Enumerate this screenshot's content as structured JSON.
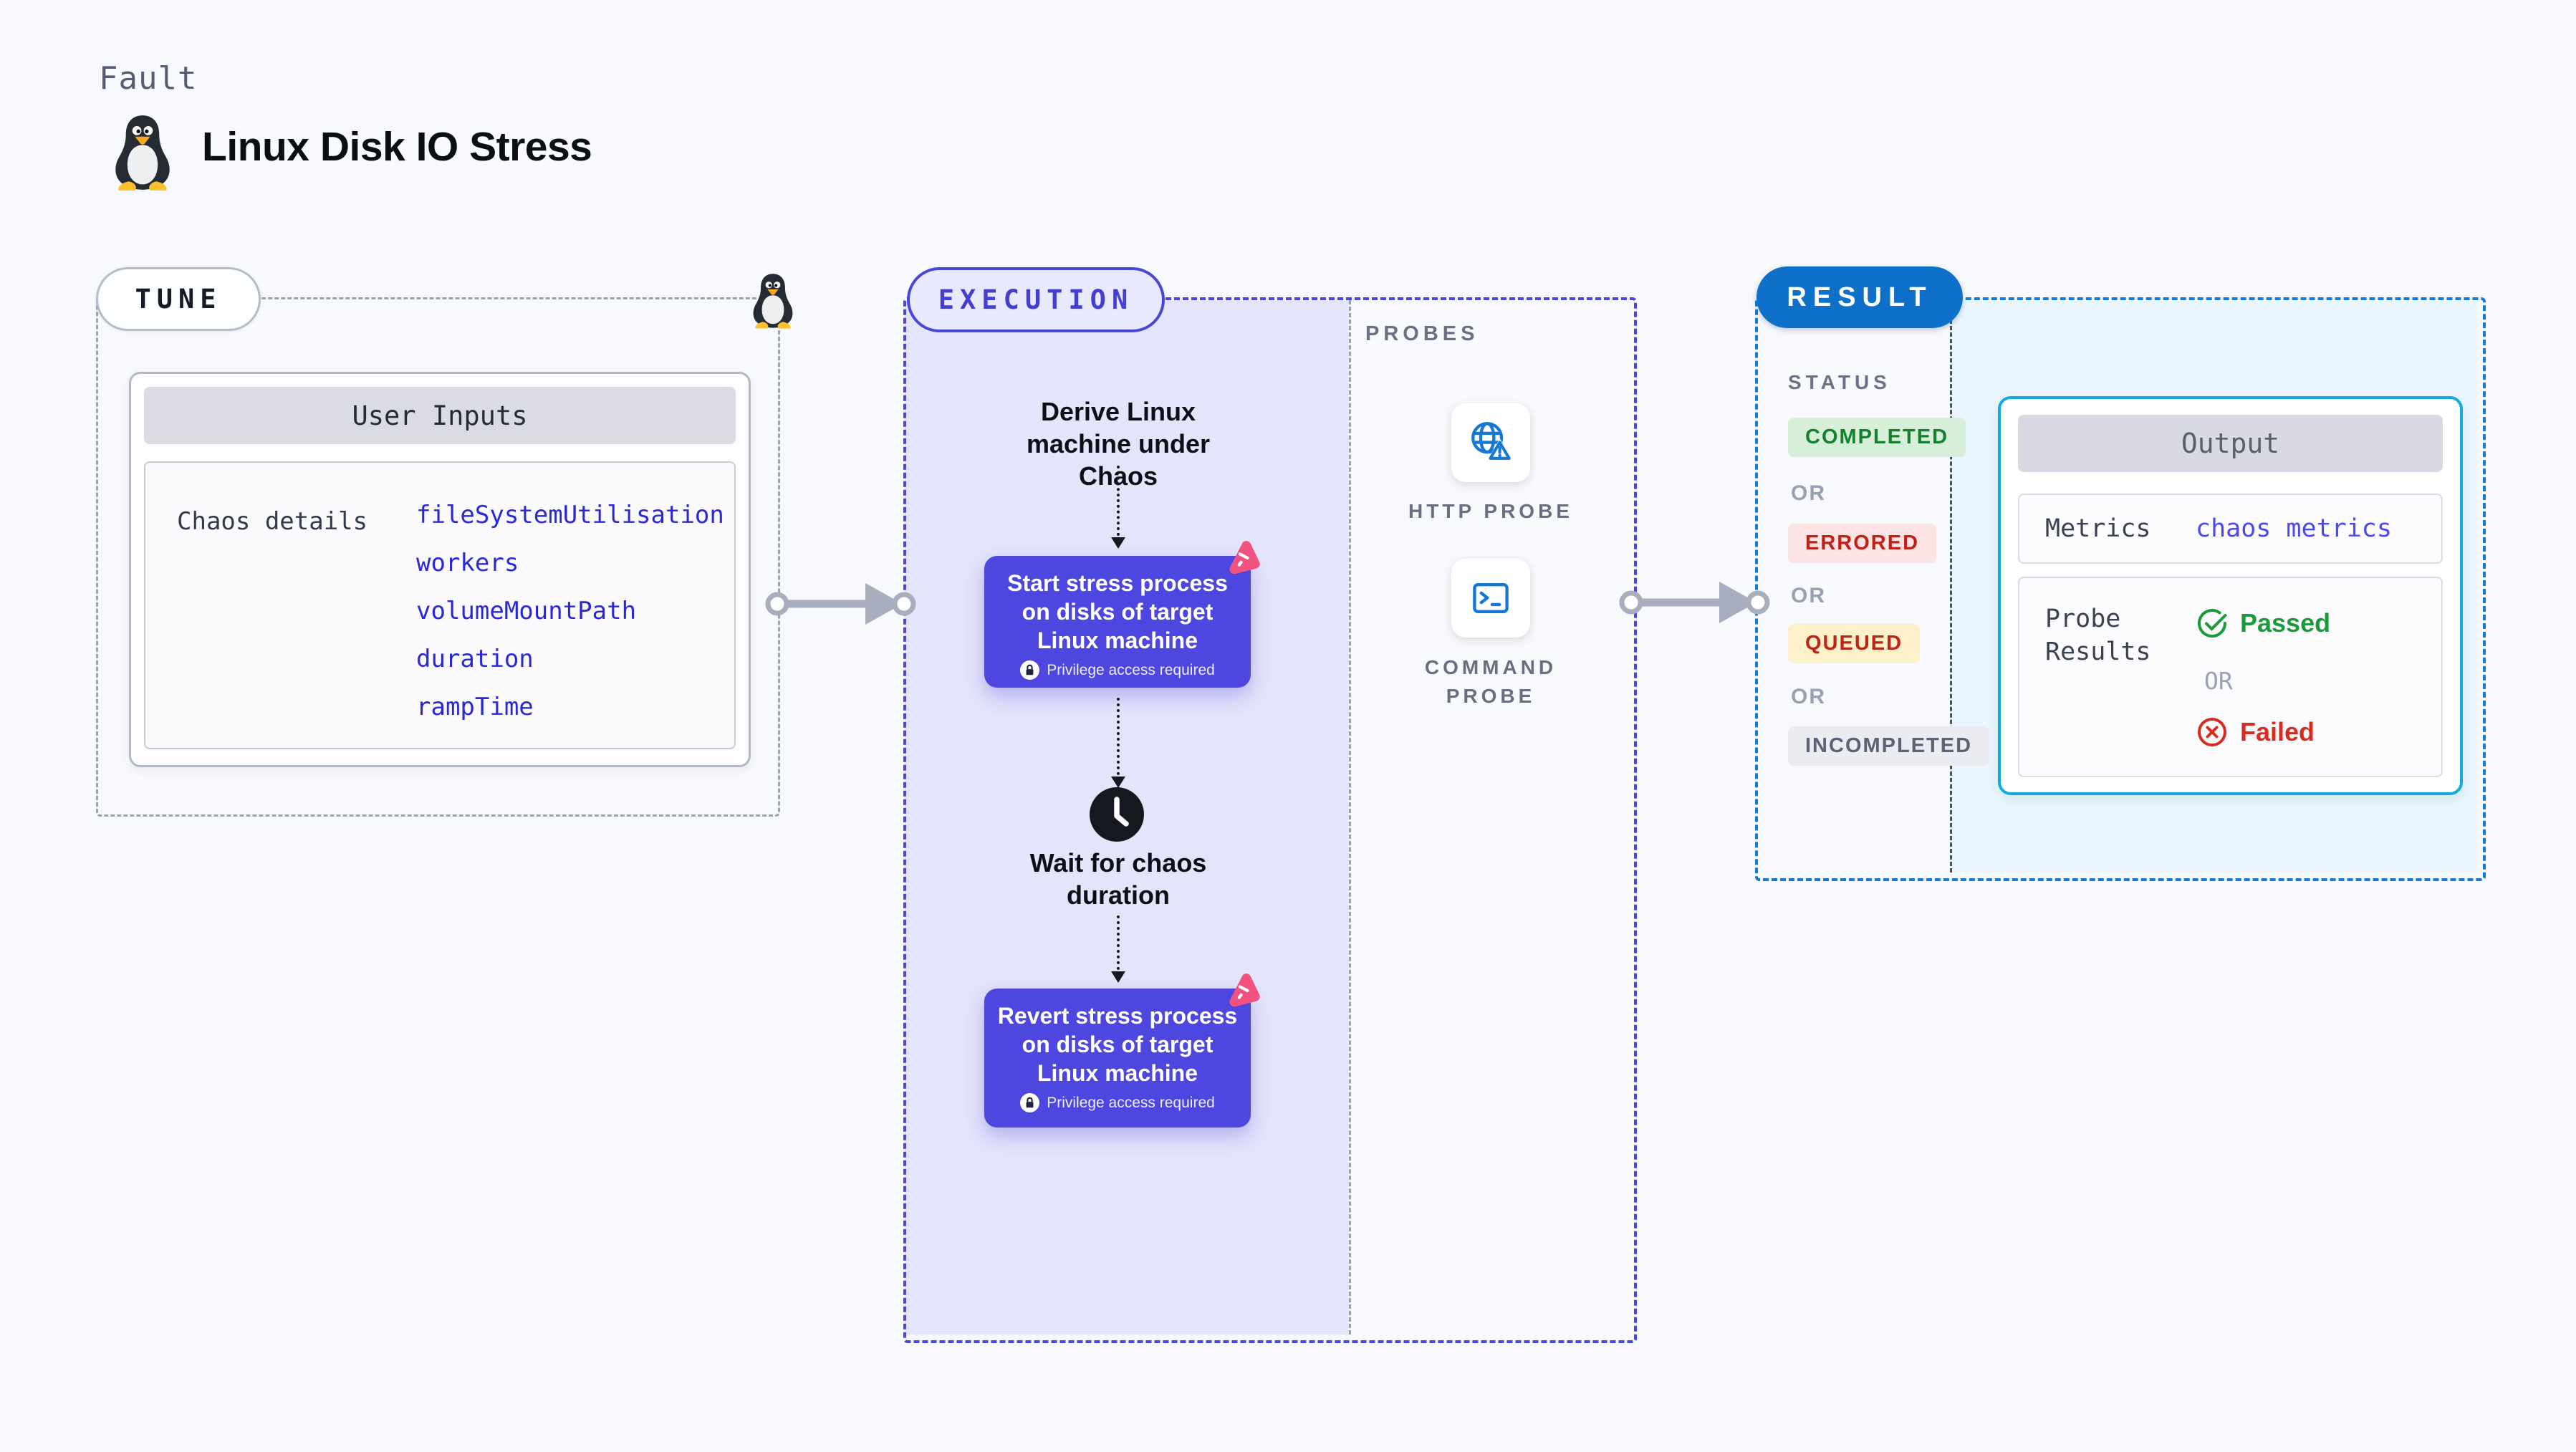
{
  "header": {
    "eyebrow": "Fault",
    "title": "Linux Disk IO Stress"
  },
  "tune": {
    "pill": "TUNE",
    "user_inputs_title": "User Inputs",
    "row_label": "Chaos details",
    "inputs": [
      "fileSystemUtilisation",
      "workers",
      "volumeMountPath",
      "duration",
      "rampTime"
    ]
  },
  "execution": {
    "pill": "EXECUTION",
    "derive_step": "Derive Linux machine under Chaos",
    "start_step": "Start stress process on disks of target Linux machine",
    "wait_step": "Wait for chaos duration",
    "revert_step": "Revert stress process on disks of target Linux machine",
    "privilege_note": "Privilege access required"
  },
  "probes": {
    "heading": "PROBES",
    "http_label": "HTTP PROBE",
    "command_label": "COMMAND PROBE"
  },
  "result": {
    "pill": "RESULT",
    "status_heading": "STATUS",
    "or": "OR",
    "statuses": [
      {
        "label": "COMPLETED",
        "color": "#15812f",
        "background": "#d7efd9"
      },
      {
        "label": "ERRORED",
        "color": "#c21f18",
        "background": "#fbe4e3"
      },
      {
        "label": "QUEUED",
        "color": "#bc2418",
        "background": "#fdf1ca"
      },
      {
        "label": "INCOMPLETED",
        "color": "#5a6375",
        "background": "#ebecf2"
      }
    ],
    "output": {
      "title": "Output",
      "metrics_label": "Metrics",
      "metrics_value": "chaos metrics",
      "probe_results_label": "Probe Results",
      "passed": "Passed",
      "or": "OR",
      "failed": "Failed"
    }
  },
  "colors": {
    "page_background": "#f8f9fc",
    "tune_dash_gray": "#9aa2ae",
    "execution_accent": "#4a47d8",
    "execution_fill": "#e4e4fb",
    "step_box_purple": "#4d47e0",
    "litmus_pink": "#f2527f",
    "result_accent": "#177ad2",
    "result_pill_blue": "#0f70c9",
    "result_fill": "#e9f6fd",
    "output_border_cyan": "#13abdd",
    "passed_green": "#1b9a3a",
    "failed_red": "#d92b1e",
    "input_value_blue": "#2a27d7",
    "metrics_value_blue": "#4b49ec",
    "probe_icon_blue": "#1678d2"
  },
  "icons": {
    "penguin": "tux-penguin-icon",
    "litmus": "litmus-chaos-icon",
    "lock": "lock-icon",
    "clock": "clock-icon",
    "http_probe": "globe-alert-icon",
    "command_probe": "terminal-icon",
    "passed": "check-circle-icon",
    "failed": "x-circle-icon",
    "connector": "arrow-right-connector"
  }
}
